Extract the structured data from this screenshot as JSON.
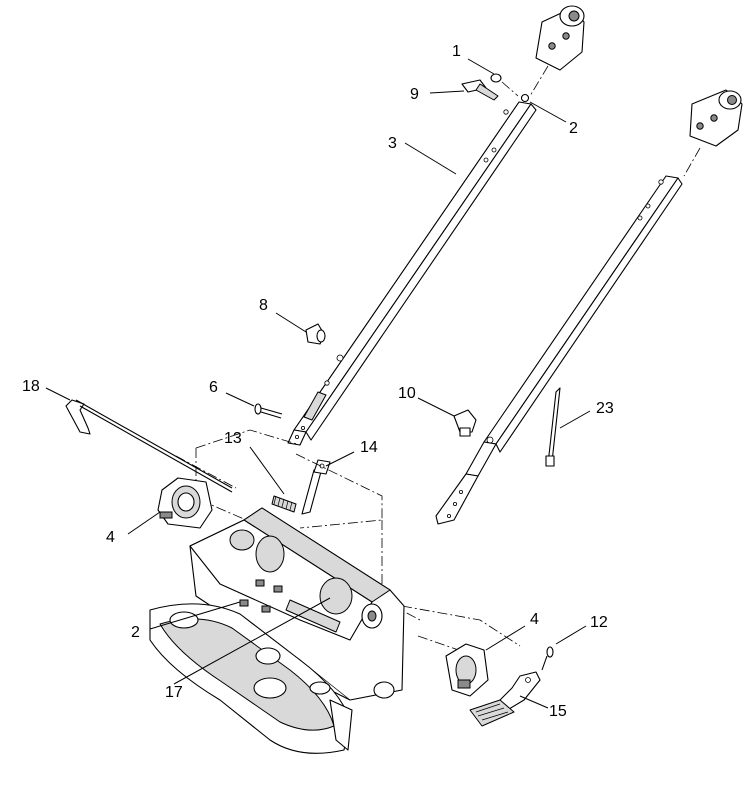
{
  "callouts": [
    {
      "id": "c1",
      "label": "1"
    },
    {
      "id": "c9",
      "label": "9"
    },
    {
      "id": "c2a",
      "label": "2"
    },
    {
      "id": "c3",
      "label": "3"
    },
    {
      "id": "c8",
      "label": "8"
    },
    {
      "id": "c18",
      "label": "18"
    },
    {
      "id": "c6",
      "label": "6"
    },
    {
      "id": "c13",
      "label": "13"
    },
    {
      "id": "c14",
      "label": "14"
    },
    {
      "id": "c10",
      "label": "10"
    },
    {
      "id": "c23",
      "label": "23"
    },
    {
      "id": "c4a",
      "label": "4"
    },
    {
      "id": "c4b",
      "label": "4"
    },
    {
      "id": "c12",
      "label": "12"
    },
    {
      "id": "c2b",
      "label": "2"
    },
    {
      "id": "c17",
      "label": "17"
    },
    {
      "id": "c15",
      "label": "15"
    }
  ]
}
